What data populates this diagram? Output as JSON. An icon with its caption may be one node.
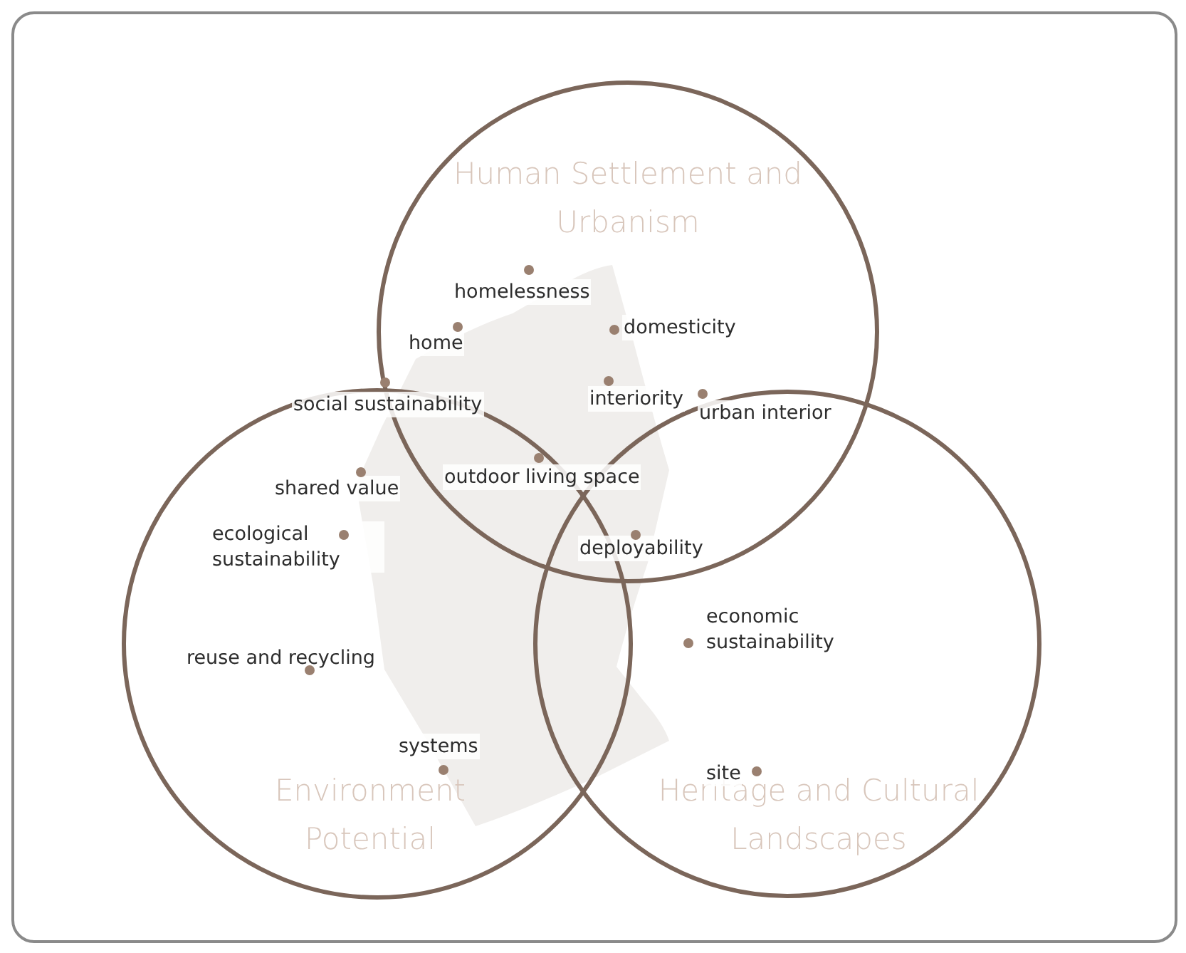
{
  "diagram": {
    "nodes": [
      {
        "text": [
          "Human Settlement and Urbanism"
        ]
      },
      {
        "text": [
          "Environment Potential"
        ]
      },
      {
        "text": [
          "Heritage and Cultural Landscapes"
        ]
      }
    ],
    "labels": [
      "homelessness",
      "domesticity",
      "home",
      "social sustainability",
      "interiority",
      "urban interior",
      "shared value",
      "outdoor living space",
      "ecological sustainability",
      "deployability",
      "economic sustainability",
      "reuse and recycling",
      "systems",
      "site"
    ]
  }
}
